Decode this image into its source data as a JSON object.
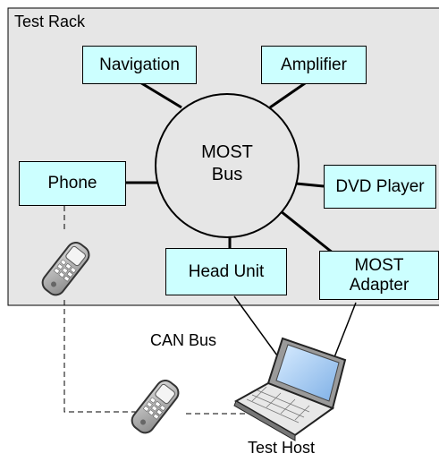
{
  "rack": {
    "title": "Test Rack"
  },
  "bus": {
    "line1": "MOST",
    "line2": "Bus"
  },
  "nodes": {
    "navigation": "Navigation",
    "amplifier": "Amplifier",
    "phone": "Phone",
    "dvd_player": "DVD Player",
    "head_unit": "Head Unit",
    "most_adapter_line1": "MOST",
    "most_adapter_line2": "Adapter"
  },
  "links": {
    "can_bus": "CAN Bus"
  },
  "host": {
    "label": "Test Host"
  },
  "colors": {
    "rack_fill": "#e6e6e6",
    "box_fill": "#ccffff",
    "line": "#000000"
  }
}
